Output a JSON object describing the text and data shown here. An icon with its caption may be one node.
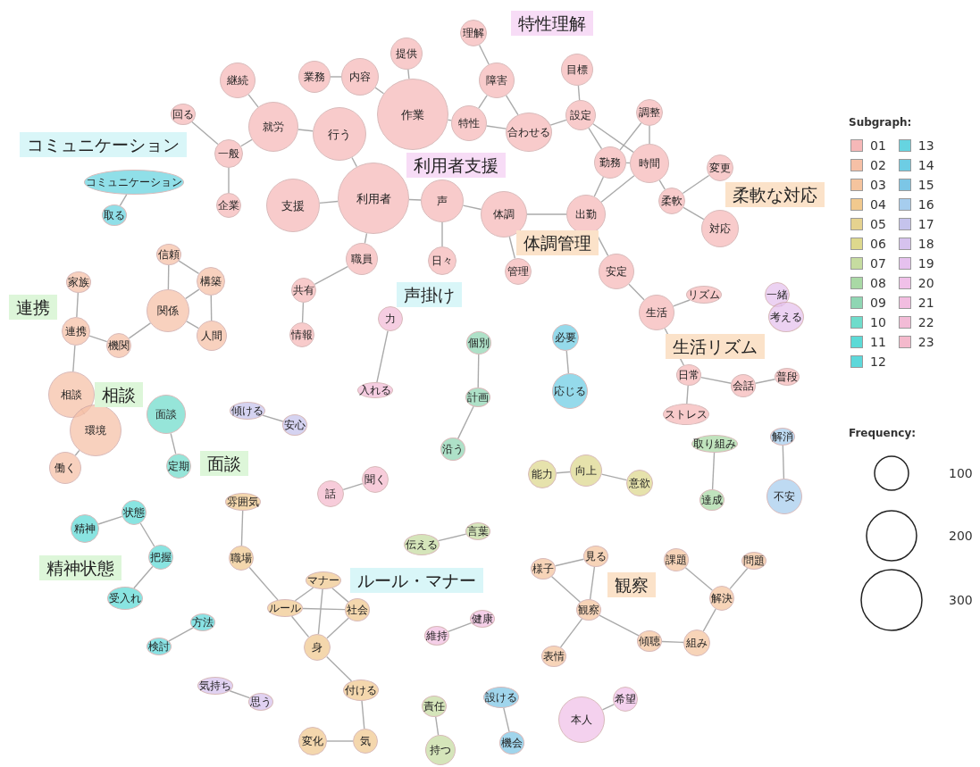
{
  "diagram": {
    "nodes": [
      {
        "text": [
          "業務"
        ]
      },
      {
        "text": [
          "内容"
        ]
      },
      {
        "text": [
          "提供"
        ]
      },
      {
        "text": [
          "継続"
        ]
      },
      {
        "text": [
          "就労"
        ]
      },
      {
        "text": [
          "作業"
        ]
      },
      {
        "text": [
          "行う"
        ]
      },
      {
        "text": [
          "一般"
        ]
      },
      {
        "text": [
          "回る"
        ]
      },
      {
        "text": [
          "企業"
        ]
      },
      {
        "text": [
          "支援"
        ]
      },
      {
        "text": [
          "利用者"
        ]
      },
      {
        "text": [
          "理解"
        ]
      },
      {
        "text": [
          "障害"
        ]
      },
      {
        "text": [
          "特性"
        ]
      },
      {
        "text": [
          "合わせる"
        ]
      },
      {
        "text": [
          "目標"
        ]
      },
      {
        "text": [
          "設定"
        ]
      },
      {
        "text": [
          "調整"
        ]
      },
      {
        "text": [
          "勤務"
        ]
      },
      {
        "text": [
          "時間"
        ]
      },
      {
        "text": [
          "声"
        ]
      },
      {
        "text": [
          "日々"
        ]
      },
      {
        "text": [
          "体調"
        ]
      },
      {
        "text": [
          "出勤"
        ]
      },
      {
        "text": [
          "管理"
        ]
      },
      {
        "text": [
          "安定"
        ]
      },
      {
        "text": [
          "変更"
        ]
      },
      {
        "text": [
          "柔軟"
        ]
      },
      {
        "text": [
          "対応"
        ]
      },
      {
        "text": [
          "職員"
        ]
      },
      {
        "text": [
          "共有"
        ]
      },
      {
        "text": [
          "情報"
        ]
      },
      {
        "text": [
          "生活"
        ]
      },
      {
        "text": [
          "リズム"
        ]
      },
      {
        "text": [
          "日常"
        ]
      },
      {
        "text": [
          "会話"
        ]
      },
      {
        "text": [
          "普段"
        ]
      },
      {
        "text": [
          "ストレス"
        ]
      },
      {
        "text": [
          "家族"
        ]
      },
      {
        "text": [
          "信頼"
        ]
      },
      {
        "text": [
          "構築"
        ]
      },
      {
        "text": [
          "関係"
        ]
      },
      {
        "text": [
          "人間"
        ]
      },
      {
        "text": [
          "連携"
        ]
      },
      {
        "text": [
          "機関"
        ]
      },
      {
        "text": [
          "相談"
        ]
      },
      {
        "text": [
          "環境"
        ]
      },
      {
        "text": [
          "働く"
        ]
      },
      {
        "text": [
          "コミュニケーション"
        ]
      },
      {
        "text": [
          "取る"
        ]
      },
      {
        "text": [
          "面談"
        ]
      },
      {
        "text": [
          "定期"
        ]
      },
      {
        "text": [
          "状態"
        ]
      },
      {
        "text": [
          "精神"
        ]
      },
      {
        "text": [
          "把握"
        ]
      },
      {
        "text": [
          "受入れ"
        ]
      },
      {
        "text": [
          "方法"
        ]
      },
      {
        "text": [
          "検討"
        ]
      },
      {
        "text": [
          "必要"
        ]
      },
      {
        "text": [
          "応じる"
        ]
      },
      {
        "text": [
          "傾ける"
        ]
      },
      {
        "text": [
          "安心"
        ]
      },
      {
        "text": [
          "気持ち"
        ]
      },
      {
        "text": [
          "思う"
        ]
      },
      {
        "text": [
          "力"
        ]
      },
      {
        "text": [
          "入れる"
        ]
      },
      {
        "text": [
          "話"
        ]
      },
      {
        "text": [
          "聞く"
        ]
      },
      {
        "text": [
          "一緒"
        ]
      },
      {
        "text": [
          "考える"
        ]
      },
      {
        "text": [
          "健康"
        ]
      },
      {
        "text": [
          "維持"
        ]
      },
      {
        "text": [
          "本人"
        ]
      },
      {
        "text": [
          "希望"
        ]
      },
      {
        "text": [
          "個別"
        ]
      },
      {
        "text": [
          "計画"
        ]
      },
      {
        "text": [
          "沿う"
        ]
      },
      {
        "text": [
          "伝える"
        ]
      },
      {
        "text": [
          "言葉"
        ]
      },
      {
        "text": [
          "取り組み"
        ]
      },
      {
        "text": [
          "達成"
        ]
      },
      {
        "text": [
          "責任"
        ]
      },
      {
        "text": [
          "持つ"
        ]
      },
      {
        "text": [
          "能力"
        ]
      },
      {
        "text": [
          "向上"
        ]
      },
      {
        "text": [
          "意欲"
        ]
      },
      {
        "text": [
          "解消"
        ]
      },
      {
        "text": [
          "不安"
        ]
      },
      {
        "text": [
          "設ける"
        ]
      },
      {
        "text": [
          "機会"
        ]
      },
      {
        "text": [
          "様子"
        ]
      },
      {
        "text": [
          "見る"
        ]
      },
      {
        "text": [
          "観察"
        ]
      },
      {
        "text": [
          "表情"
        ]
      },
      {
        "text": [
          "課題"
        ]
      },
      {
        "text": [
          "問題"
        ]
      },
      {
        "text": [
          "解決"
        ]
      },
      {
        "text": [
          "傾聴"
        ]
      },
      {
        "text": [
          "組み"
        ]
      },
      {
        "text": [
          "雰囲気"
        ]
      },
      {
        "text": [
          "職場"
        ]
      },
      {
        "text": [
          "マナー"
        ]
      },
      {
        "text": [
          "ルール"
        ]
      },
      {
        "text": [
          "社会"
        ]
      },
      {
        "text": [
          "身"
        ]
      },
      {
        "text": [
          "付ける"
        ]
      },
      {
        "text": [
          "変化"
        ]
      },
      {
        "text": [
          "気"
        ]
      }
    ],
    "edges": [
      {
        "from": 0,
        "to": 1,
        "arrow": "none"
      },
      {
        "from": 1,
        "to": 5,
        "arrow": "none"
      },
      {
        "from": 2,
        "to": 5,
        "arrow": "none"
      },
      {
        "from": 3,
        "to": 4,
        "arrow": "none"
      },
      {
        "from": 4,
        "to": 6,
        "arrow": "none"
      },
      {
        "from": 4,
        "to": 7,
        "arrow": "none"
      },
      {
        "from": 7,
        "to": 8,
        "arrow": "none"
      },
      {
        "from": 7,
        "to": 9,
        "arrow": "none"
      },
      {
        "from": 6,
        "to": 11,
        "arrow": "none"
      },
      {
        "from": 10,
        "to": 11,
        "arrow": "none"
      },
      {
        "from": 5,
        "to": 14,
        "arrow": "none"
      },
      {
        "from": 11,
        "to": 21,
        "arrow": "none"
      },
      {
        "from": 11,
        "to": 30,
        "arrow": "none"
      },
      {
        "from": 30,
        "to": 31,
        "arrow": "none"
      },
      {
        "from": 31,
        "to": 32,
        "arrow": "none"
      },
      {
        "from": 12,
        "to": 13,
        "arrow": "none"
      },
      {
        "from": 13,
        "to": 14,
        "arrow": "none"
      },
      {
        "from": 13,
        "to": 15,
        "arrow": "none"
      },
      {
        "from": 14,
        "to": 15,
        "arrow": "none"
      },
      {
        "from": 15,
        "to": 17,
        "arrow": "none"
      },
      {
        "from": 16,
        "to": 17,
        "arrow": "none"
      },
      {
        "from": 17,
        "to": 19,
        "arrow": "none"
      },
      {
        "from": 17,
        "to": 20,
        "arrow": "none"
      },
      {
        "from": 18,
        "to": 19,
        "arrow": "none"
      },
      {
        "from": 18,
        "to": 20,
        "arrow": "none"
      },
      {
        "from": 19,
        "to": 20,
        "arrow": "none"
      },
      {
        "from": 19,
        "to": 24,
        "arrow": "none"
      },
      {
        "from": 20,
        "to": 24,
        "arrow": "none"
      },
      {
        "from": 20,
        "to": 28,
        "arrow": "none"
      },
      {
        "from": 28,
        "to": 27,
        "arrow": "none"
      },
      {
        "from": 28,
        "to": 29,
        "arrow": "none"
      },
      {
        "from": 21,
        "to": 22,
        "arrow": "none"
      },
      {
        "from": 21,
        "to": 23,
        "arrow": "none"
      },
      {
        "from": 23,
        "to": 24,
        "arrow": "none"
      },
      {
        "from": 23,
        "to": 25,
        "arrow": "none"
      },
      {
        "from": 24,
        "to": 26,
        "arrow": "none"
      },
      {
        "from": 26,
        "to": 33,
        "arrow": "none"
      },
      {
        "from": 33,
        "to": 34,
        "arrow": "none"
      },
      {
        "from": 33,
        "to": 35,
        "arrow": "none"
      },
      {
        "from": 35,
        "to": 36,
        "arrow": "none"
      },
      {
        "from": 36,
        "to": 37,
        "arrow": "none"
      },
      {
        "from": 35,
        "to": 38,
        "arrow": "none"
      },
      {
        "from": 40,
        "to": 41,
        "arrow": "none"
      },
      {
        "from": 40,
        "to": 42,
        "arrow": "none"
      },
      {
        "from": 41,
        "to": 42,
        "arrow": "none"
      },
      {
        "from": 41,
        "to": 43,
        "arrow": "none"
      },
      {
        "from": 42,
        "to": 43,
        "arrow": "none"
      },
      {
        "from": 42,
        "to": 45,
        "arrow": "none"
      },
      {
        "from": 45,
        "to": 44,
        "arrow": "none"
      },
      {
        "from": 39,
        "to": 44,
        "arrow": "none"
      },
      {
        "from": 44,
        "to": 46,
        "arrow": "none"
      },
      {
        "from": 46,
        "to": 47,
        "arrow": "none"
      },
      {
        "from": 47,
        "to": 48,
        "arrow": "none"
      },
      {
        "from": 49,
        "to": 50,
        "arrow": "none"
      },
      {
        "from": 51,
        "to": 52,
        "arrow": "none"
      },
      {
        "from": 53,
        "to": 54,
        "arrow": "none"
      },
      {
        "from": 53,
        "to": 55,
        "arrow": "none"
      },
      {
        "from": 55,
        "to": 56,
        "arrow": "none"
      },
      {
        "from": 57,
        "to": 58,
        "arrow": "none"
      },
      {
        "from": 59,
        "to": 60,
        "arrow": "none"
      },
      {
        "from": 61,
        "to": 62,
        "arrow": "none"
      },
      {
        "from": 63,
        "to": 64,
        "arrow": "none"
      },
      {
        "from": 65,
        "to": 66,
        "arrow": "none"
      },
      {
        "from": 67,
        "to": 68,
        "arrow": "none"
      },
      {
        "from": 69,
        "to": 70,
        "arrow": "none"
      },
      {
        "from": 71,
        "to": 72,
        "arrow": "none"
      },
      {
        "from": 73,
        "to": 74,
        "arrow": "none"
      },
      {
        "from": 75,
        "to": 76,
        "arrow": "none"
      },
      {
        "from": 76,
        "to": 77,
        "arrow": "none"
      },
      {
        "from": 78,
        "to": 79,
        "arrow": "none"
      },
      {
        "from": 80,
        "to": 81,
        "arrow": "none"
      },
      {
        "from": 82,
        "to": 83,
        "arrow": "none"
      },
      {
        "from": 84,
        "to": 85,
        "arrow": "none"
      },
      {
        "from": 85,
        "to": 86,
        "arrow": "none"
      },
      {
        "from": 87,
        "to": 88,
        "arrow": "none"
      },
      {
        "from": 89,
        "to": 90,
        "arrow": "none"
      },
      {
        "from": 91,
        "to": 92,
        "arrow": "none"
      },
      {
        "from": 91,
        "to": 93,
        "arrow": "none"
      },
      {
        "from": 92,
        "to": 93,
        "arrow": "none"
      },
      {
        "from": 93,
        "to": 94,
        "arrow": "none"
      },
      {
        "from": 93,
        "to": 98,
        "arrow": "none"
      },
      {
        "from": 98,
        "to": 99,
        "arrow": "none"
      },
      {
        "from": 99,
        "to": 97,
        "arrow": "none"
      },
      {
        "from": 95,
        "to": 97,
        "arrow": "none"
      },
      {
        "from": 96,
        "to": 97,
        "arrow": "none"
      },
      {
        "from": 100,
        "to": 101,
        "arrow": "none"
      },
      {
        "from": 101,
        "to": 103,
        "arrow": "none"
      },
      {
        "from": 103,
        "to": 102,
        "arrow": "none"
      },
      {
        "from": 103,
        "to": 104,
        "arrow": "none"
      },
      {
        "from": 103,
        "to": 105,
        "arrow": "none"
      },
      {
        "from": 102,
        "to": 104,
        "arrow": "none"
      },
      {
        "from": 102,
        "to": 105,
        "arrow": "none"
      },
      {
        "from": 104,
        "to": 105,
        "arrow": "none"
      },
      {
        "from": 105,
        "to": 106,
        "arrow": "none"
      },
      {
        "from": 106,
        "to": 108,
        "arrow": "none"
      },
      {
        "from": 107,
        "to": 108,
        "arrow": "none"
      }
    ],
    "labels": [
      "特性理解",
      "コミュニケーション",
      "利用者支援",
      "柔軟な対応",
      "体調管理",
      "声掛け",
      "連携",
      "生活リズム",
      "相談",
      "面談",
      "精神状態",
      "ルール・マナー",
      "観察",
      "Subgraph:",
      "Frequency:"
    ],
    "legend": [
      {
        "text": "01",
        "color": "#f6b8b8"
      },
      {
        "text": "02",
        "color": "#f6c0a6"
      },
      {
        "text": "03",
        "color": "#f5c49e"
      },
      {
        "text": "04",
        "color": "#f1c98e"
      },
      {
        "text": "05",
        "color": "#e5d28f"
      },
      {
        "text": "06",
        "color": "#ddd88d"
      },
      {
        "text": "07",
        "color": "#c6dca0"
      },
      {
        "text": "08",
        "color": "#a9d9a5"
      },
      {
        "text": "09",
        "color": "#8fd6b3"
      },
      {
        "text": "10",
        "color": "#6fdccb"
      },
      {
        "text": "11",
        "color": "#5cdad6"
      },
      {
        "text": "12",
        "color": "#5dd8da"
      },
      {
        "text": "13",
        "color": "#66d4e0"
      },
      {
        "text": "14",
        "color": "#6dcde4"
      },
      {
        "text": "15",
        "color": "#7cc6e6"
      },
      {
        "text": "16",
        "color": "#a6cdee"
      },
      {
        "text": "17",
        "color": "#c5c3ec"
      },
      {
        "text": "18",
        "color": "#d6c2ee"
      },
      {
        "text": "19",
        "color": "#e6c1ee"
      },
      {
        "text": "20",
        "color": "#f0c0e8"
      },
      {
        "text": "21",
        "color": "#f2bde0"
      },
      {
        "text": "22",
        "color": "#f2bbd6"
      },
      {
        "text": "23",
        "color": "#f4b9cc"
      },
      {
        "text": "100"
      },
      {
        "text": "200"
      },
      {
        "text": "300"
      }
    ]
  }
}
